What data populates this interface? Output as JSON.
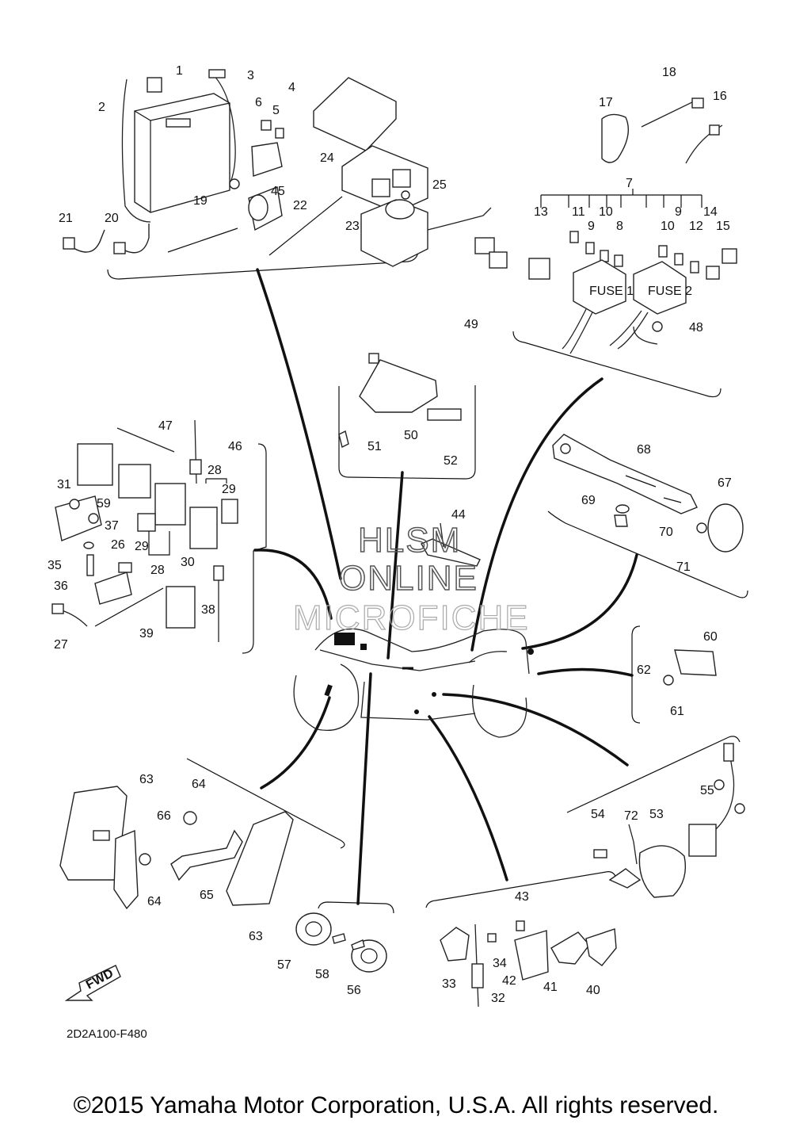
{
  "diagram": {
    "part_code": "2D2A100-F480",
    "copyright": "©2015 Yamaha Motor Corporation, U.S.A. All rights reserved.",
    "fwd_label": "FWD",
    "watermark": [
      "HLSM",
      "ONLINE",
      "MICROFICHE"
    ],
    "fuse_labels": [
      "FUSE 1",
      "FUSE 2"
    ],
    "callouts": [
      "1",
      "2",
      "3",
      "4",
      "5",
      "6",
      "7",
      "8",
      "9",
      "10",
      "11",
      "12",
      "13",
      "14",
      "15",
      "16",
      "17",
      "18",
      "19",
      "20",
      "21",
      "22",
      "23",
      "24",
      "25",
      "26",
      "27",
      "28",
      "29",
      "30",
      "31",
      "32",
      "33",
      "34",
      "35",
      "36",
      "37",
      "38",
      "39",
      "40",
      "41",
      "42",
      "43",
      "44",
      "45",
      "46",
      "47",
      "48",
      "49",
      "50",
      "51",
      "52",
      "53",
      "54",
      "55",
      "56",
      "57",
      "58",
      "59",
      "60",
      "61",
      "62",
      "63",
      "64",
      "65",
      "66",
      "67",
      "68",
      "69",
      "70",
      "71",
      "72"
    ]
  }
}
